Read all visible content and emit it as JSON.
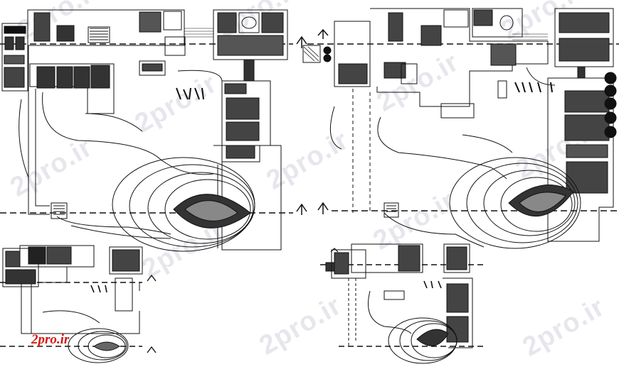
{
  "watermark": {
    "text": "2pro.ir"
  },
  "logo": {
    "text": "2pro.ir",
    "color": "#d31a12"
  },
  "colors": {
    "line": "#111111",
    "background": "#ffffff",
    "watermark": "#c9c9d8"
  },
  "plans": [
    {
      "name": "large-plan-left"
    },
    {
      "name": "large-plan-right"
    },
    {
      "name": "small-plan-left"
    },
    {
      "name": "small-plan-right"
    }
  ]
}
